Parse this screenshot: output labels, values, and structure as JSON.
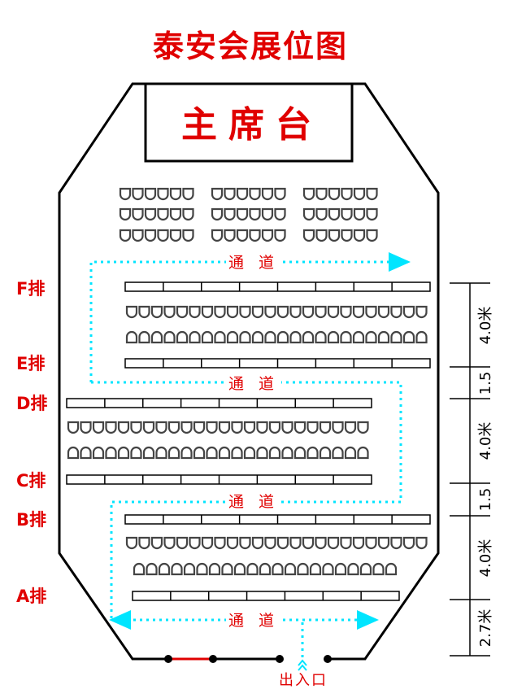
{
  "title": "泰安会展位图",
  "stage": "主席台",
  "aisle_label": "通 道",
  "entrance": "出入口",
  "rows": {
    "F": "F排",
    "E": "E排",
    "D": "D排",
    "C": "C排",
    "B": "B排",
    "A": "A排"
  },
  "dimensions": [
    "4.0米",
    "1.5",
    "4.0米",
    "1.5",
    "4.0米",
    "2.7米"
  ],
  "colors": {
    "accent": "#e00000",
    "aisle_line": "#00e5ff",
    "outline": "#000000",
    "seat": "#444444"
  }
}
